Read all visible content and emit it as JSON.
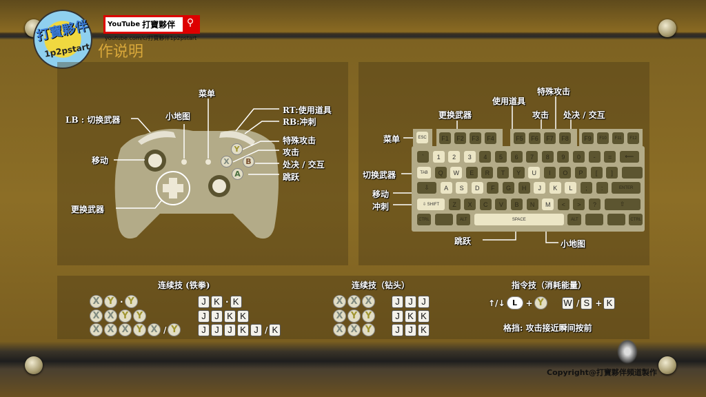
{
  "header": {
    "logo_text": "打寶夥伴",
    "logo_sub": "1p2pstart",
    "youtube_label": "YouTube",
    "channel_name": "打寶夥伴",
    "channel_url": "youtube.com/c/打寶夥伴1p2pstart",
    "title_partial": "作说明"
  },
  "controller": {
    "menu": "菜单",
    "minimap": "小地图",
    "lb": "LB : 切换武器",
    "rt": "RT:使用道具",
    "rb": "RB:冲刺",
    "special": "特殊攻击",
    "attack": "攻击",
    "execute": "处决 / 交互",
    "jump": "跳跃",
    "move": "移动",
    "switch_weapon": "更换武器",
    "face_buttons": {
      "y": "Y",
      "x": "X",
      "b": "B",
      "a": "A"
    }
  },
  "keyboard_labels": {
    "menu": "菜单",
    "change_weapon": "更换武器",
    "use_item": "使用道具",
    "special": "特殊攻击",
    "attack": "攻击",
    "execute": "处决 / 交互",
    "switch_weapon": "切换武器",
    "move": "移动",
    "dash": "冲刺",
    "jump": "跳跃",
    "minimap": "小地图"
  },
  "keyboard": {
    "esc": {
      "label": "ESC",
      "hl": true
    },
    "fkeys": [
      "F1",
      "F2",
      "F3",
      "F4",
      "F5",
      "F6",
      "F7",
      "F8",
      "F9",
      "F10",
      "F11",
      "F12"
    ],
    "rows": [
      [
        {
          "k": "`"
        },
        {
          "k": "1",
          "hl": true
        },
        {
          "k": "2",
          "hl": true
        },
        {
          "k": "3",
          "hl": true
        },
        {
          "k": "4"
        },
        {
          "k": "5"
        },
        {
          "k": "6"
        },
        {
          "k": "7"
        },
        {
          "k": "8"
        },
        {
          "k": "9"
        },
        {
          "k": "0"
        },
        {
          "k": "-"
        },
        {
          "k": "="
        },
        {
          "k": "⟵"
        }
      ],
      [
        {
          "k": "TAB",
          "hl": true
        },
        {
          "k": "Q"
        },
        {
          "k": "W",
          "hl": true
        },
        {
          "k": "E"
        },
        {
          "k": "R"
        },
        {
          "k": "T"
        },
        {
          "k": "Y"
        },
        {
          "k": "U",
          "hl": true
        },
        {
          "k": "I"
        },
        {
          "k": "O"
        },
        {
          "k": "P"
        },
        {
          "k": "["
        },
        {
          "k": "]"
        },
        {
          "k": ""
        }
      ],
      [
        {
          "k": "⇩"
        },
        {
          "k": "A",
          "hl": true
        },
        {
          "k": "S",
          "hl": true
        },
        {
          "k": "D",
          "hl": true
        },
        {
          "k": "F"
        },
        {
          "k": "G"
        },
        {
          "k": "H"
        },
        {
          "k": "J",
          "hl": true
        },
        {
          "k": "K",
          "hl": true
        },
        {
          "k": "L",
          "hl": true
        },
        {
          "k": ";"
        },
        {
          "k": ":"
        },
        {
          "k": "ENTER"
        }
      ],
      [
        {
          "k": "⇩ SHIFT",
          "hl": true
        },
        {
          "k": "Z"
        },
        {
          "k": "X"
        },
        {
          "k": "C"
        },
        {
          "k": "V"
        },
        {
          "k": "B"
        },
        {
          "k": "N"
        },
        {
          "k": "M",
          "hl": true
        },
        {
          "k": "<"
        },
        {
          "k": ">"
        },
        {
          "k": "?"
        },
        {
          "k": "⇧"
        }
      ],
      [
        {
          "k": "CTRL"
        },
        {
          "k": ""
        },
        {
          "k": "ALT"
        },
        {
          "k": "SPACE",
          "hl": true
        },
        {
          "k": "ALT"
        },
        {
          "k": ""
        },
        {
          "k": ""
        },
        {
          "k": "CTRL"
        }
      ]
    ]
  },
  "combos": [
    {
      "title": "连续技 (铁拳)",
      "pad": [
        [
          "X",
          "Y",
          "·",
          "Y"
        ],
        [
          "X",
          "X",
          "Y",
          "Y"
        ],
        [
          "X",
          "X",
          "X",
          "Y",
          "X",
          "/",
          "Y"
        ]
      ],
      "keys": [
        [
          "J",
          "K",
          "·",
          "K"
        ],
        [
          "J",
          "J",
          "K",
          "K"
        ],
        [
          "J",
          "J",
          "J",
          "K",
          "J",
          "/",
          "K"
        ]
      ]
    },
    {
      "title": "连续技（钻头）",
      "pad": [
        [
          "X",
          "X",
          "X"
        ],
        [
          "X",
          "Y",
          "Y"
        ],
        [
          "X",
          "X",
          "Y"
        ]
      ],
      "keys": [
        [
          "J",
          "J",
          "J"
        ],
        [
          "J",
          "K",
          "K"
        ],
        [
          "J",
          "J",
          "K"
        ]
      ]
    },
    {
      "title": "指令技（消耗能量）",
      "pad": [
        [
          "↑/↓",
          "L",
          "+",
          "Y"
        ]
      ],
      "keys": [
        [
          "W",
          "/",
          "S",
          "+",
          "K"
        ]
      ],
      "note": "格挡: 攻击接近瞬间按前"
    }
  ],
  "copyright": "Copyright@打寶夥伴頻道製作",
  "colors": {
    "background": "#8c6e26",
    "key_dark": "#5c5530",
    "key_light": "#ece6c6",
    "controller": "#b3ab88"
  }
}
